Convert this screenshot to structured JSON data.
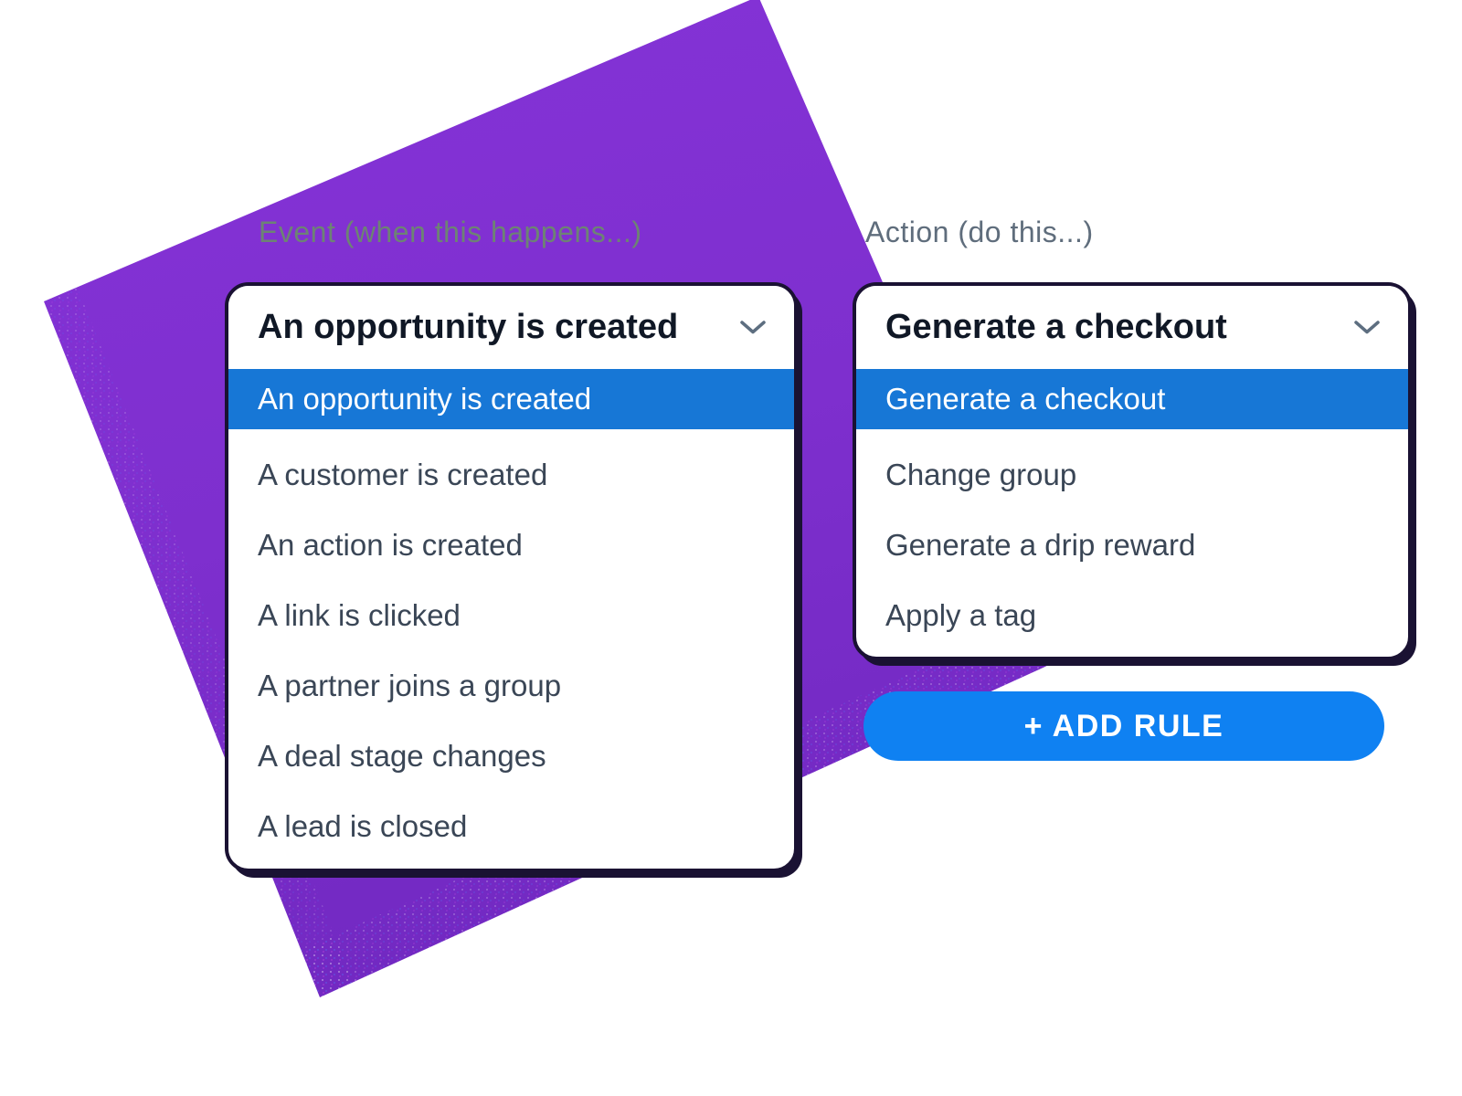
{
  "background_shape": {
    "name": "rotated purple square",
    "fill_top": "#8533D8",
    "fill_bottom": "#7229C2"
  },
  "event_dropdown": {
    "label": "Event (when this happens...)",
    "selected_value": "An opportunity is created",
    "highlighted_index": 0,
    "options": [
      "An opportunity is created",
      "A customer is created",
      "An action is created",
      "A link is clicked",
      "A partner joins a group",
      "A deal stage changes",
      "A lead is closed"
    ]
  },
  "action_dropdown": {
    "label": "Action (do this...)",
    "selected_value": "Generate a checkout",
    "highlighted_index": 0,
    "options": [
      "Generate a checkout",
      "Change group",
      "Generate a drip reward",
      "Apply a tag"
    ]
  },
  "add_rule_button": {
    "label": "+ ADD RULE"
  },
  "colors": {
    "highlight_blue": "#1777D6",
    "button_blue": "#0F81F2",
    "panel_border": "#1A1233",
    "option_text": "#3A4656",
    "header_text": "#101826",
    "chevron_gray": "#5D6E80"
  }
}
